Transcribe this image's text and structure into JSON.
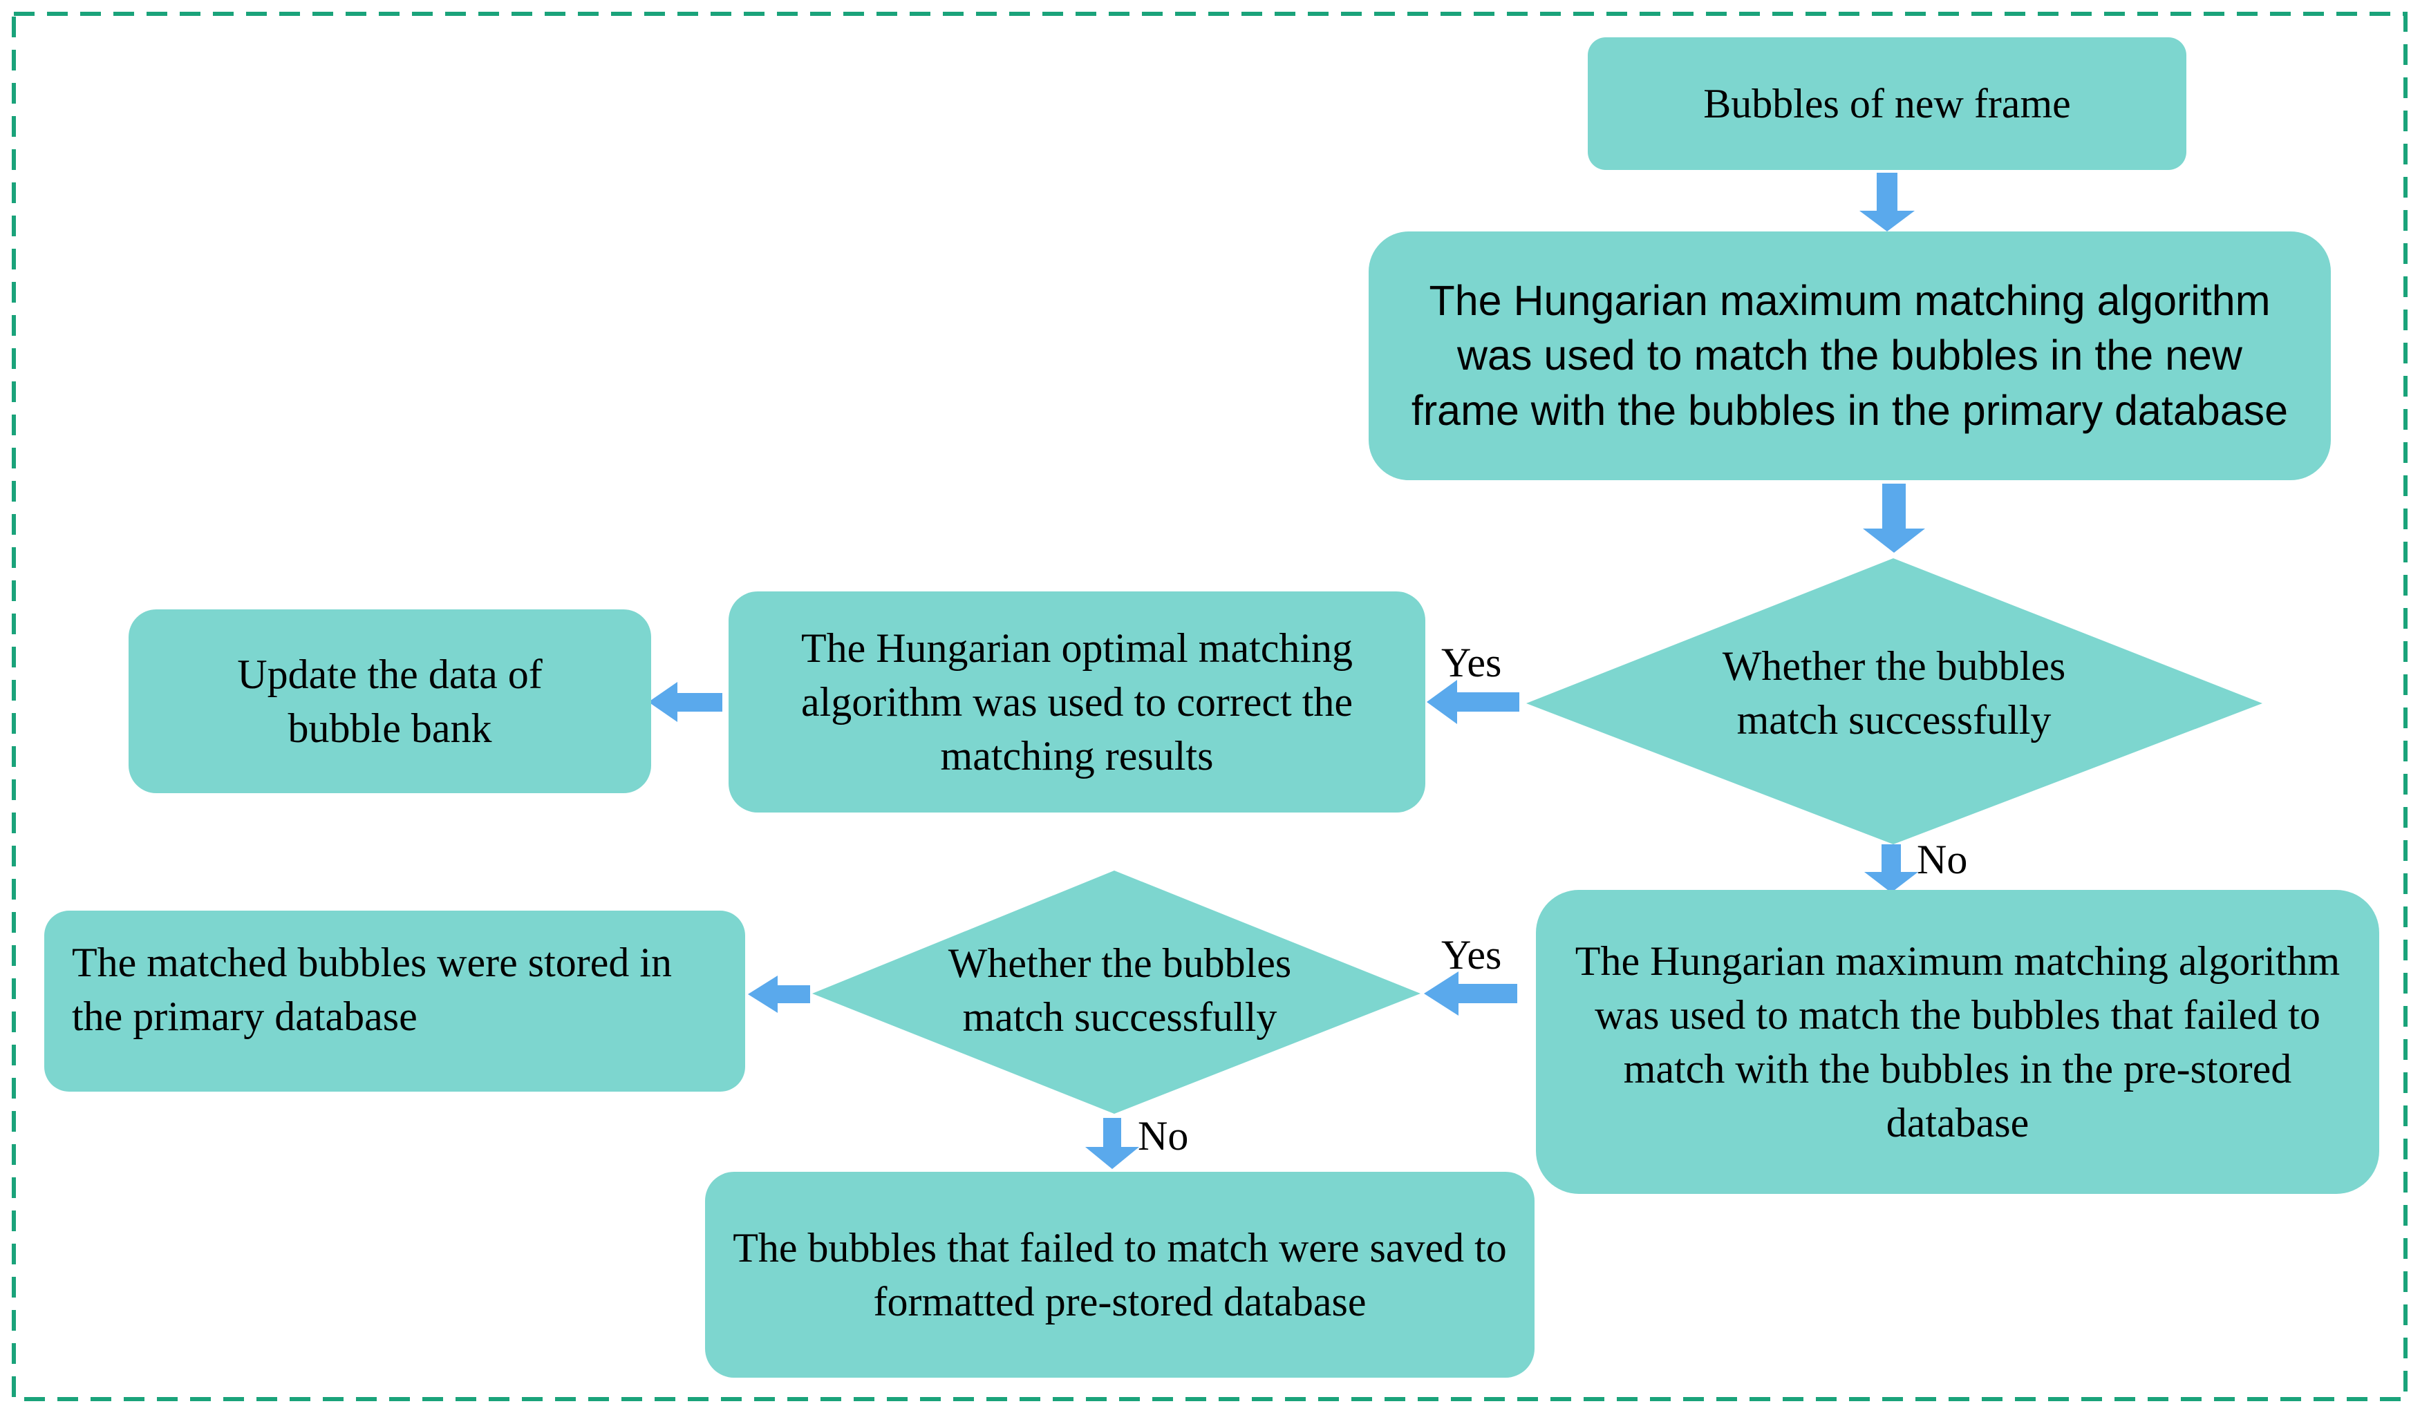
{
  "colors": {
    "box_fill": "#7dd6cf",
    "arrow": "#5aa9ec",
    "border": "#1aa37a"
  },
  "nodes": {
    "new_frame": "Bubbles of new frame",
    "max_match_primary": "The Hungarian maximum matching algorithm was used to match the bubbles in the new frame with the bubbles in the primary database",
    "decision_1": "Whether  the  bubbles match successfully",
    "optimal_correct": "The Hungarian optimal matching algorithm was used to correct the matching results",
    "update_bank": "Update the data of bubble bank",
    "max_match_prestored": "The Hungarian maximum matching algorithm was used to match the bubbles that failed to match with the bubbles in the pre-stored database",
    "decision_2": "Whether the bubbles match successfully",
    "stored_primary": "The matched bubbles were stored in the primary database",
    "saved_prestored": "The bubbles that failed to match were saved to formatted pre-stored database"
  },
  "labels": {
    "yes_1": "Yes",
    "no_1": "No",
    "yes_2": "Yes",
    "no_2": "No"
  }
}
